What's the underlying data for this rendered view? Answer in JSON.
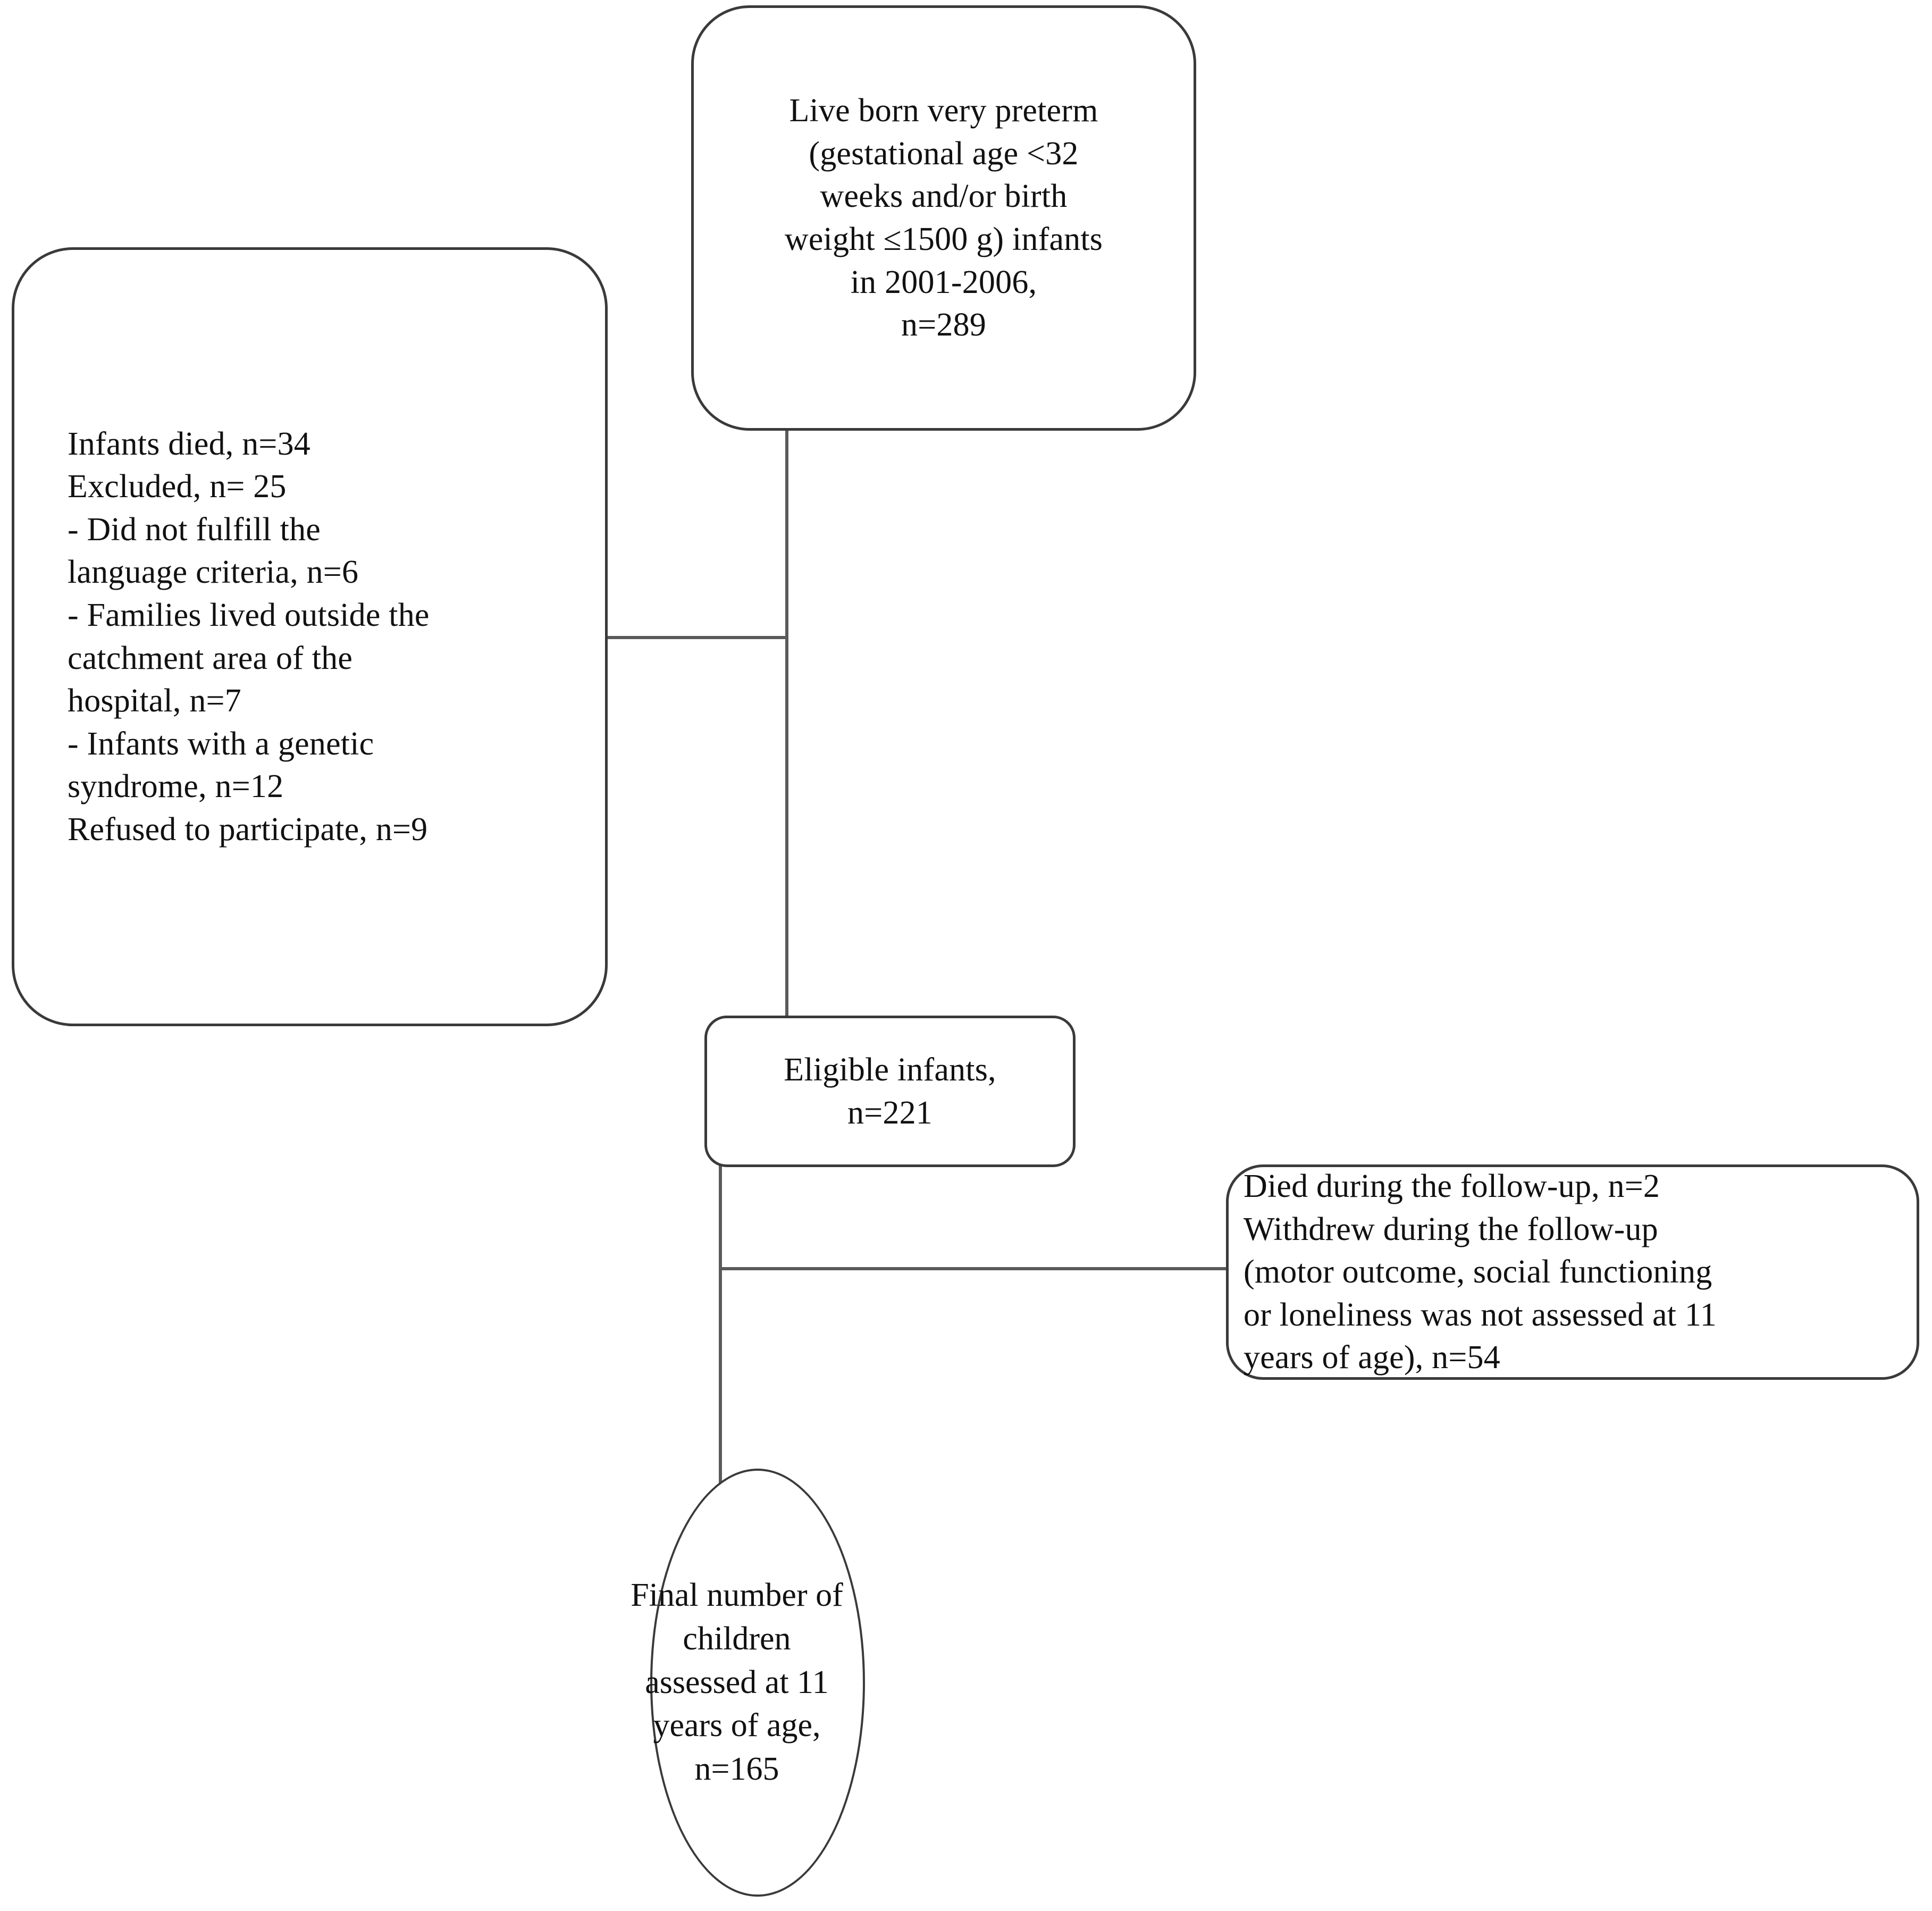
{
  "diagram": {
    "title": "Study flow diagram of very preterm infant cohort",
    "type": "flowchart",
    "line_color": "#5a5a5a",
    "border_color": "#3a3a3a",
    "background_color": "#ffffff",
    "text_color": "#111111"
  },
  "nodes": {
    "source": {
      "shape": "rounded-rectangle",
      "text": "Live born very preterm\n(gestational age <32\nweeks and/or birth\nweight ≤1500 g) infants\nin 2001-2006,\nn=289",
      "n": 289
    },
    "exclusions": {
      "shape": "rounded-rectangle",
      "text": "Infants died, n=34\nExcluded, n= 25\n- Did not fulfill the\nlanguage criteria, n=6\n- Families lived outside the\ncatchment area of the\nhospital, n=7\n- Infants with a genetic\nsyndrome, n=12\nRefused to participate, n=9",
      "items": [
        {
          "label": "Infants died",
          "n": 34
        },
        {
          "label": "Excluded",
          "n": 25
        },
        {
          "label": "- Did not fulfill the language criteria",
          "n": 6
        },
        {
          "label": "- Families lived outside the catchment area of the hospital",
          "n": 7
        },
        {
          "label": "- Infants with a genetic syndrome",
          "n": 12
        },
        {
          "label": "Refused to participate",
          "n": 9
        }
      ]
    },
    "eligible": {
      "shape": "rounded-rectangle",
      "text": "Eligible infants,\nn=221",
      "n": 221
    },
    "attrition": {
      "shape": "rounded-rectangle",
      "text": "Died during the follow-up, n=2\nWithdrew during the follow-up\n(motor outcome, social functioning\nor loneliness was not assessed at 11\nyears of age), n=54",
      "items": [
        {
          "label": "Died during the follow-up",
          "n": 2
        },
        {
          "label": "Withdrew during the follow-up (motor outcome, social functioning or loneliness was not assessed at 11 years of age)",
          "n": 54
        }
      ]
    },
    "final": {
      "shape": "ellipse",
      "text": "Final number of\nchildren\nassessed at 11\nyears of age,\nn=165",
      "n": 165
    }
  }
}
